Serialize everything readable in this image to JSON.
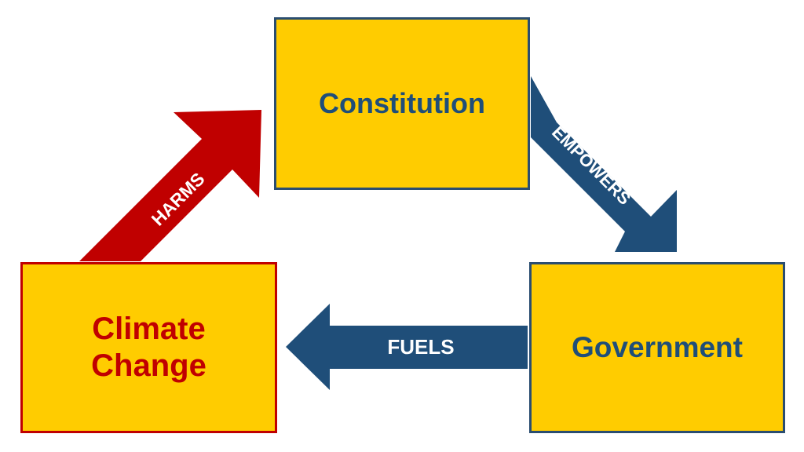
{
  "nodes": {
    "constitution": {
      "label": "Constitution"
    },
    "government": {
      "label": "Government"
    },
    "climate_change": {
      "label_line1": "Climate",
      "label_line2": "Change"
    }
  },
  "edges": {
    "empowers": {
      "label": "EMPOWERS",
      "from": "Constitution",
      "to": "Government"
    },
    "fuels": {
      "label": "FUELS",
      "from": "Government",
      "to": "Climate Change"
    },
    "harms": {
      "label": "HARMS",
      "from": "Climate Change",
      "to": "Constitution"
    }
  },
  "colors": {
    "box_fill": "#ffcc00",
    "blue": "#1f4e79",
    "red": "#c00000"
  }
}
